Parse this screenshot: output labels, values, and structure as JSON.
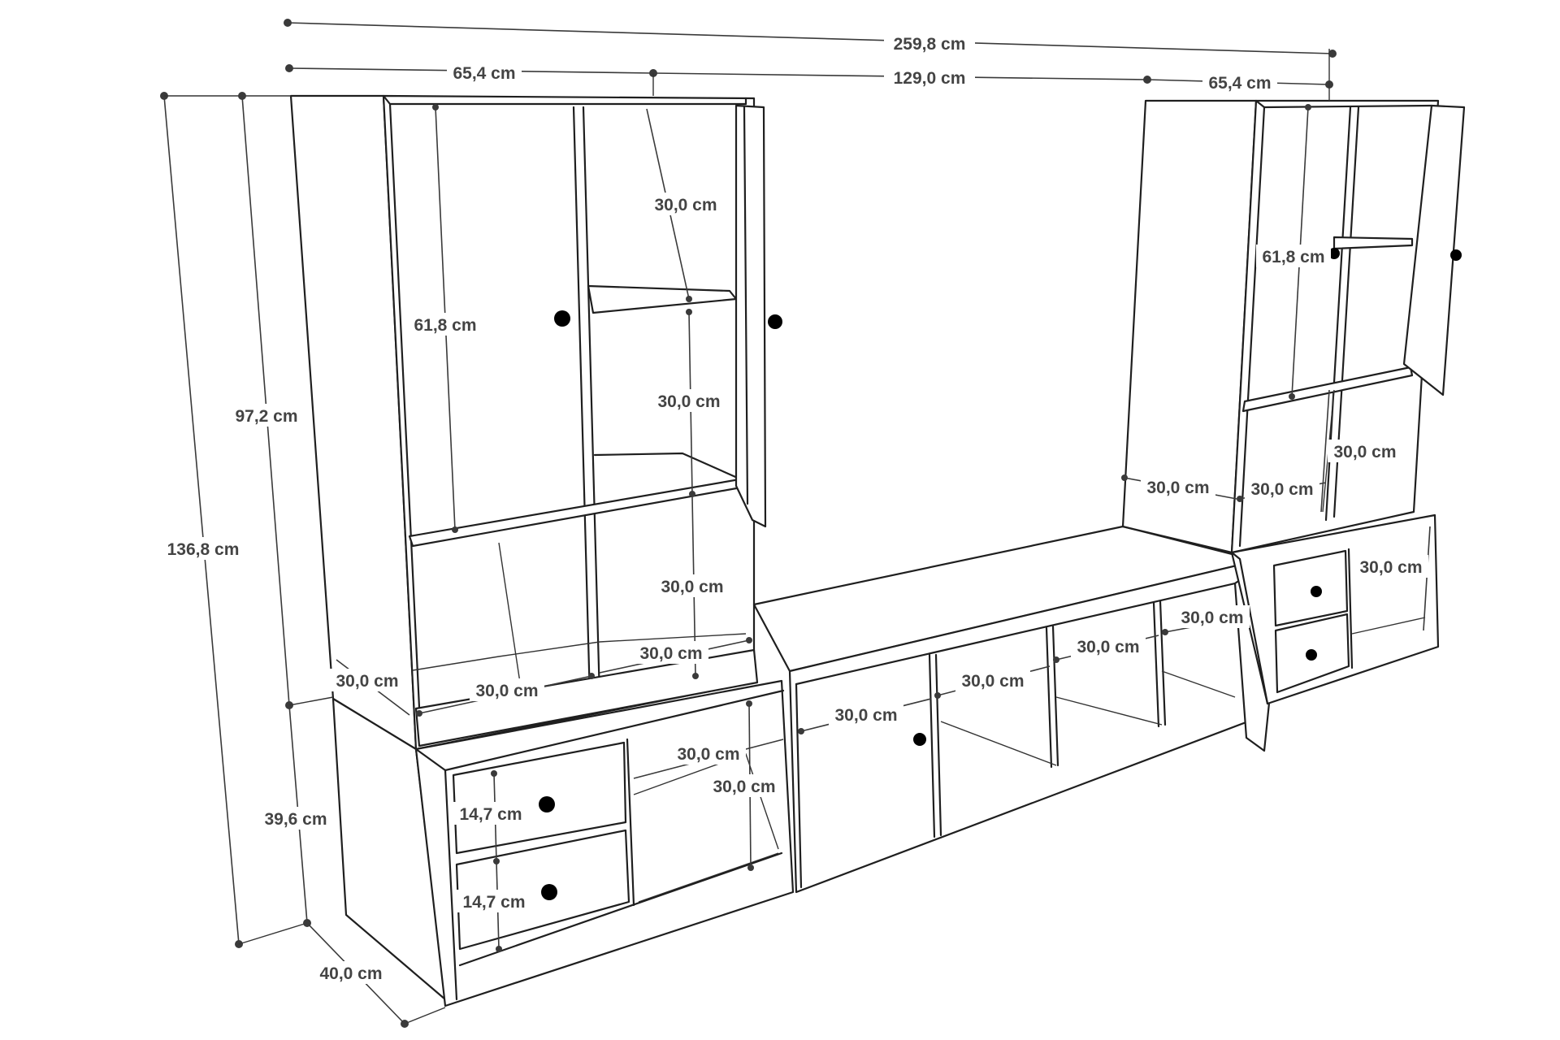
{
  "figure": {
    "type": "furniture dimension diagram",
    "line_color": "#1f1f1f",
    "label_color": "#444444",
    "background": "#ffffff"
  },
  "dimensions": {
    "total_width": "259,8 cm",
    "left_tower_width": "65,4 cm",
    "middle_width": "129,0 cm",
    "right_tower_width": "65,4 cm",
    "total_height": "136,8 cm",
    "upper_height": "97,2 cm",
    "lower_height": "39,6 cm",
    "depth": "40,0 cm",
    "left_door_height": "61,8 cm",
    "right_door_height": "61,8 cm",
    "left_shelf_top": "30,0 cm",
    "left_shelf_mid": "30,0 cm",
    "left_shelf_low": "30,0 cm",
    "left_cube_depth_a": "30,0 cm",
    "left_cube_width": "30,0 cm",
    "left_cube_width_b": "30,0 cm",
    "left_base_cube_w": "30,0 cm",
    "left_base_cube_h": "30,0 cm",
    "drawer_top_height": "14,7 cm",
    "drawer_bottom_height": "14,7 cm",
    "mid_cube_1": "30,0 cm",
    "mid_cube_2": "30,0 cm",
    "mid_cube_3": "30,0 cm",
    "mid_cube_4": "30,0 cm",
    "right_open_width": "30,0 cm",
    "right_open_width_b": "30,0 cm",
    "right_cube_height": "30,0 cm",
    "right_base_cube": "30,0 cm"
  }
}
